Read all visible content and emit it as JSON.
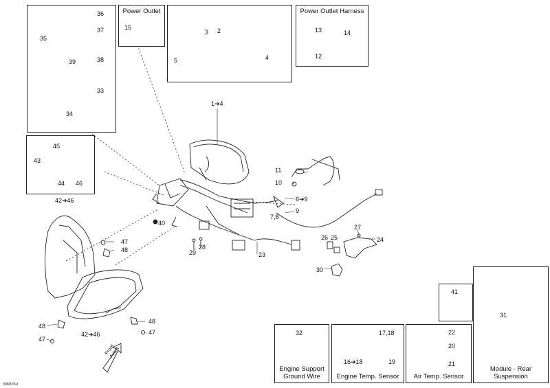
{
  "diagram": {
    "code": "38M1554",
    "boxes": {
      "power_outlet": "Power Outlet",
      "power_outlet_harness": "Power Outlet Harness",
      "engine_support_ground_wire": [
        "Engine Support",
        "Ground Wire"
      ],
      "engine_temp_sensor": "Engine Temp. Sensor",
      "air_temp_sensor": "Air Temp. Sensor",
      "module_rear_suspension": [
        "Module - Rear",
        "Suspension"
      ]
    },
    "front_arrow": [
      "Front",
      "Avant"
    ],
    "callouts": {
      "c36": "36",
      "c37": "37",
      "c35": "35",
      "c38": "38",
      "c39": "39",
      "c33": "33",
      "c34": "34",
      "c15": "15",
      "c2": "2",
      "c3": "3",
      "c5": "5",
      "c4": "4",
      "c13": "13",
      "c14": "14",
      "c12": "12",
      "c1to4": "1➔4",
      "c45": "45",
      "c43": "43",
      "c44": "44",
      "c46": "46",
      "c42to46_top": "42➔46",
      "c11": "11",
      "c10": "10",
      "c6to9": "6➔9",
      "c9": "9",
      "c78": "7,8",
      "c40": "40",
      "c28": "28",
      "c29": "29",
      "c47_top": "47",
      "c48_top": "48",
      "c23": "23",
      "c27": "27",
      "c26": "26",
      "c25": "25",
      "c24": "24",
      "c30": "30",
      "c41": "41",
      "c31": "31",
      "c48_bottom": "48",
      "c47_bottom": "47",
      "c48_right": "48",
      "c47_right": "47",
      "c42to46_bottom": "42➔46",
      "c32": "32",
      "c1718": "17,18",
      "c16to18": "16➔18",
      "c19": "19",
      "c22": "22",
      "c20": "20",
      "c21": "21"
    }
  }
}
